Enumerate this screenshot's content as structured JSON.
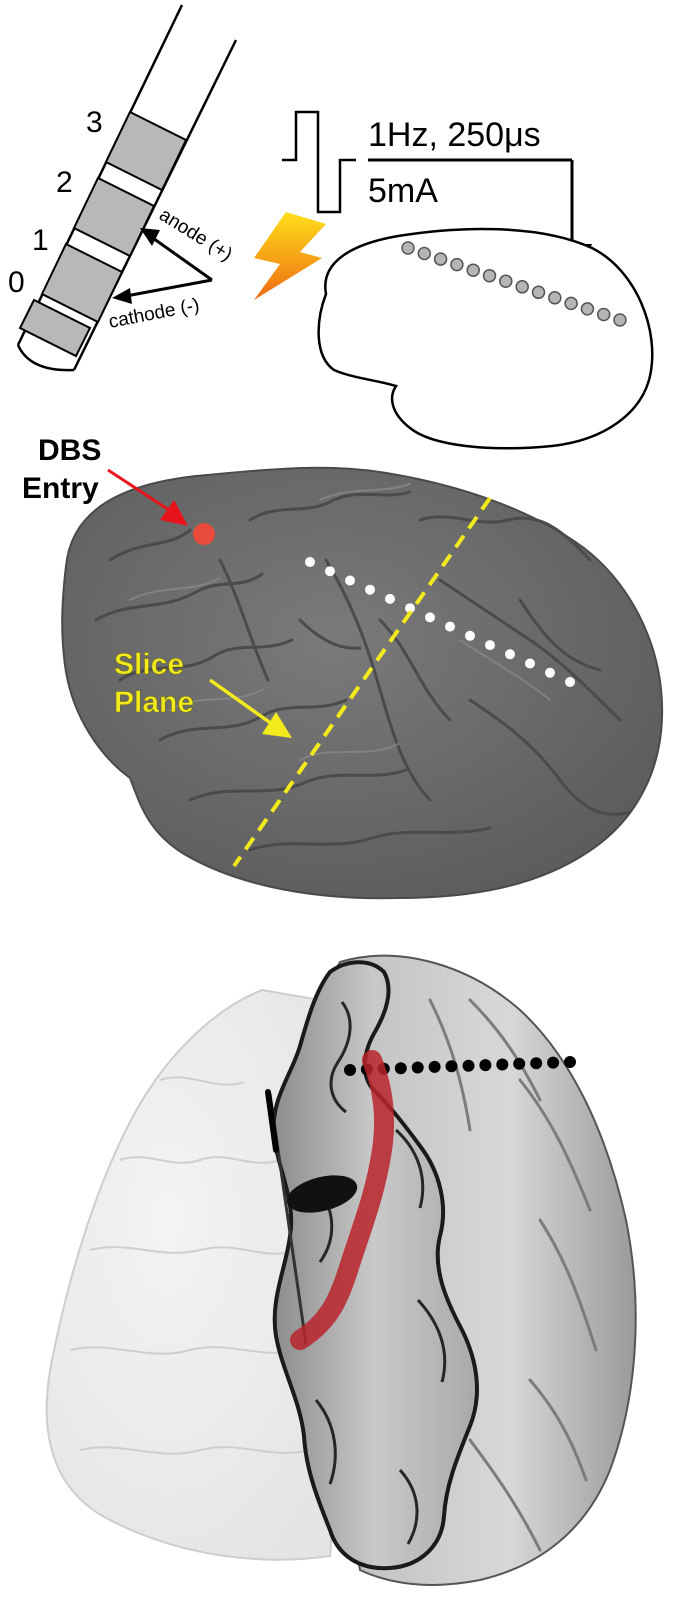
{
  "electrode": {
    "contacts": [
      "0",
      "1",
      "2",
      "3"
    ],
    "anode_label": "anode (+)",
    "cathode_label": "cathode (-)"
  },
  "stimulation": {
    "params_line1": "1Hz, 250μs",
    "params_line2": "5mA"
  },
  "annotations": {
    "dbs_entry_line1": "DBS",
    "dbs_entry_line2": "Entry",
    "slice_plane_line1": "Slice",
    "slice_plane_line2": "Plane"
  },
  "colors": {
    "electrode_contact": "#b8b8b8",
    "cortex": "#6e6e6e",
    "dbs_entry": "#e84a3c",
    "slice_plane": "#f2ea1c",
    "tract": "#b8232a",
    "bolt_top": "#ffe01a",
    "bolt_bottom": "#ee6a12",
    "grid_dots": "#b5b5b5"
  }
}
